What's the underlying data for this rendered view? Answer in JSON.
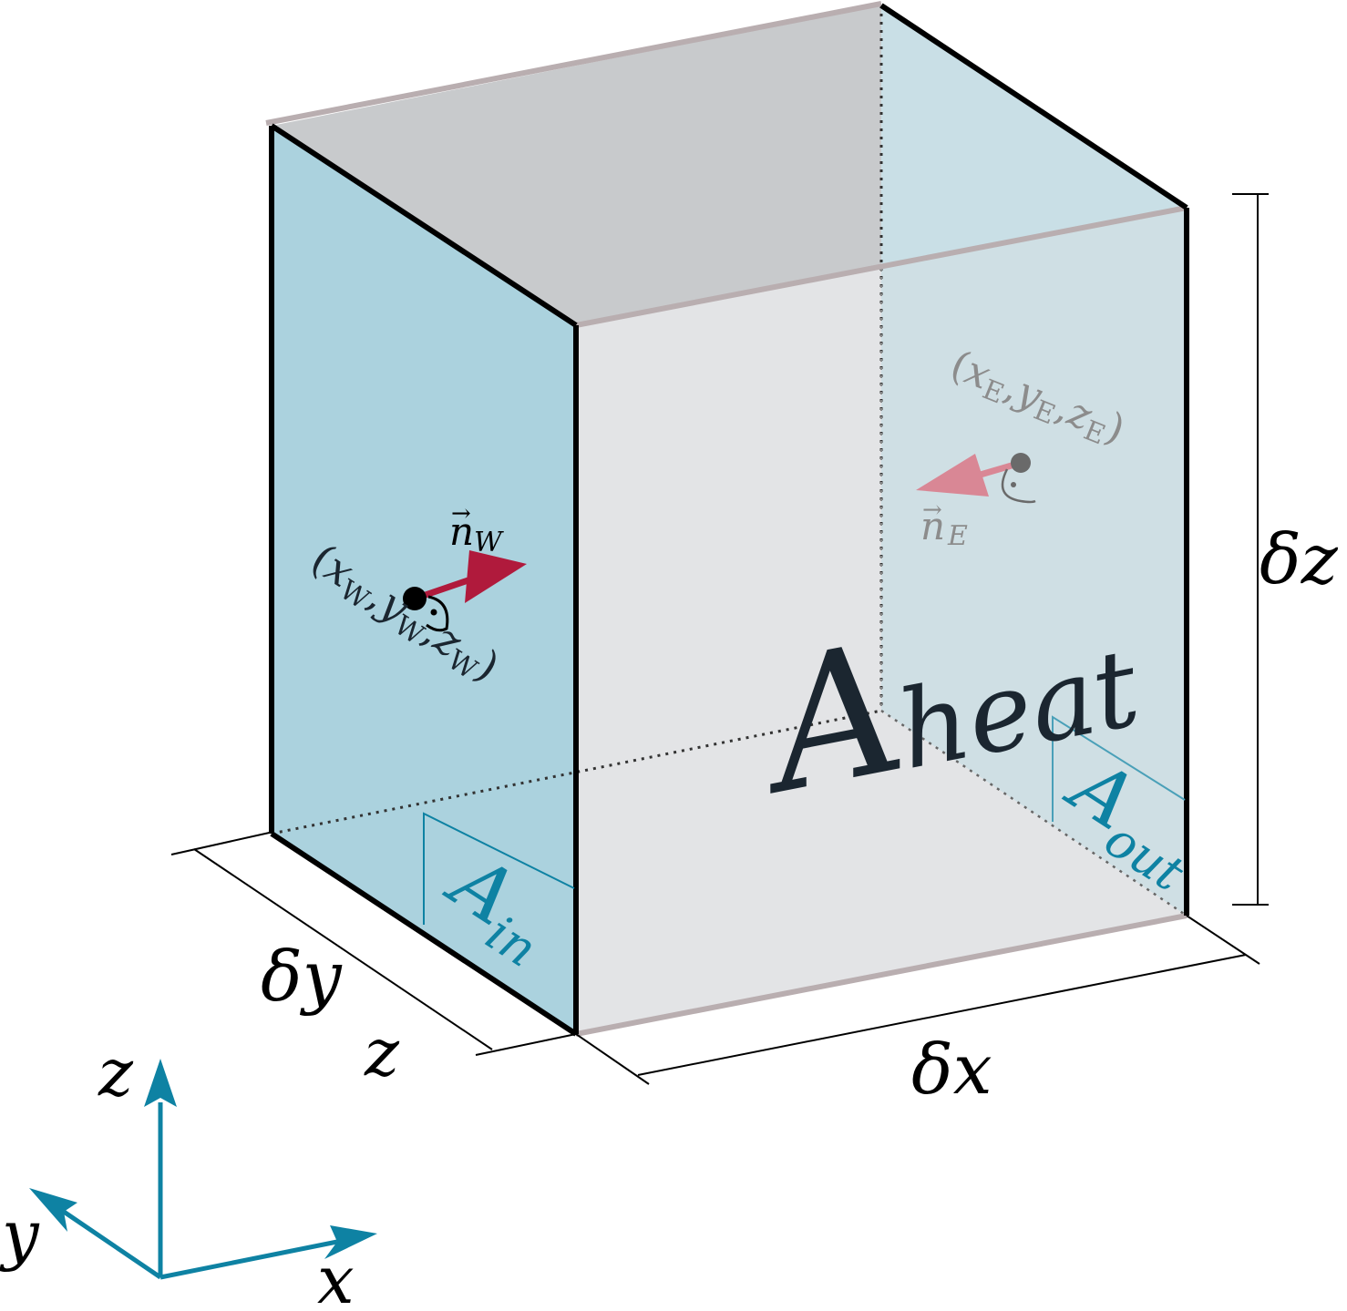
{
  "labels": {
    "dz": "δz",
    "dy": "δy",
    "dx": "δx",
    "z_side": "z",
    "a_heat_main": "A",
    "a_heat_sub": "heat",
    "a_in_main": "A",
    "a_in_sub": "in",
    "a_out_main": "A",
    "a_out_sub": "out",
    "n_w": "n",
    "n_w_sub": "W",
    "n_e": "n",
    "n_e_sub": "E",
    "point_w": {
      "open": "(",
      "x": "x",
      "x_sub": "W",
      "sep1": ",",
      "y": "y",
      "y_sub": "W",
      "sep2": ",",
      "z": "z",
      "z_sub": "W",
      "close": ")"
    },
    "point_e": {
      "open": "(",
      "x": "x",
      "x_sub": "E",
      "sep1": ",",
      "y": "y",
      "y_sub": "E",
      "sep2": ",",
      "z": "z",
      "z_sub": "E",
      "close": ")"
    },
    "axis_x": "x",
    "axis_y": "y",
    "axis_z": "z"
  },
  "colors": {
    "west_face": "#abd2de",
    "east_face": "#c9dfe6",
    "top_face": "#c8cacc",
    "front_face": "#e3e4e6",
    "edge": "#000000",
    "soft_edge": "#b9aeb0",
    "arrow_w": "#b01a3c",
    "arrow_e": "#d98795",
    "accent_teal": "#0e82a3",
    "text_dark": "#1b2630",
    "text_faded": "#8c8c8c"
  }
}
